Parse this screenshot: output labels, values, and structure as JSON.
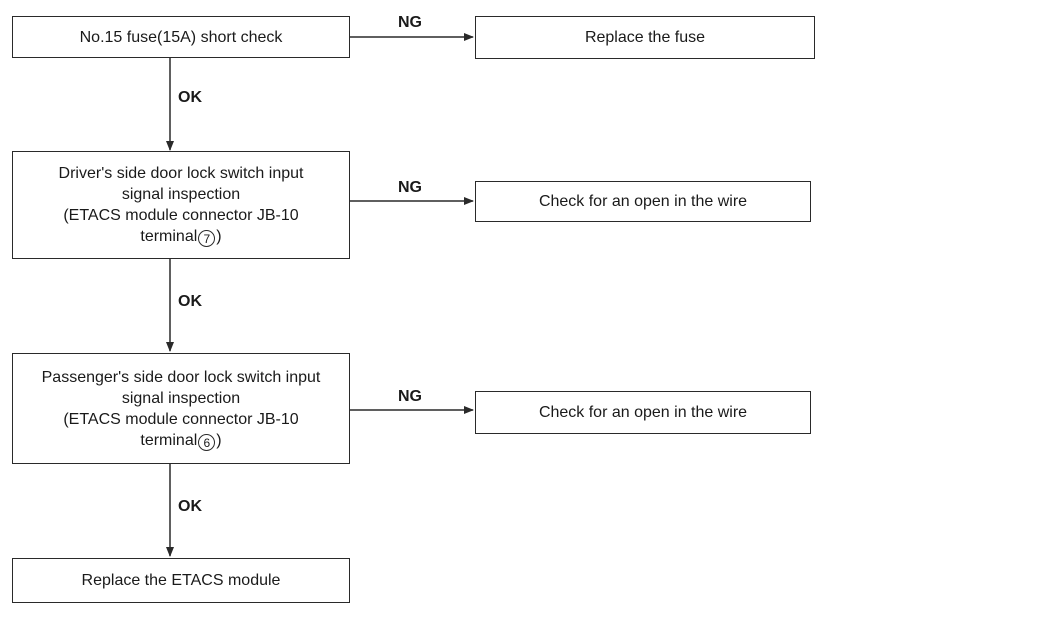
{
  "steps": [
    {
      "text": "No.15 fuse(15A) short check"
    },
    {
      "line1": "Driver's side door lock switch input",
      "line2": "signal inspection",
      "line3": "(ETACS module connector JB-10",
      "line4_prefix": "terminal",
      "terminal": "7",
      "line4_suffix": ")"
    },
    {
      "line1": "Passenger's side door lock switch input",
      "line2": "signal inspection",
      "line3": "(ETACS module connector JB-10",
      "line4_prefix": "terminal",
      "terminal": "6",
      "line4_suffix": ")"
    },
    {
      "text": "Replace the ETACS module"
    }
  ],
  "outcomes": [
    {
      "text": "Replace the fuse"
    },
    {
      "text": "Check for an open in the wire"
    },
    {
      "text": "Check for an open in the wire"
    }
  ],
  "labels": {
    "ok": "OK",
    "ng": "NG"
  }
}
